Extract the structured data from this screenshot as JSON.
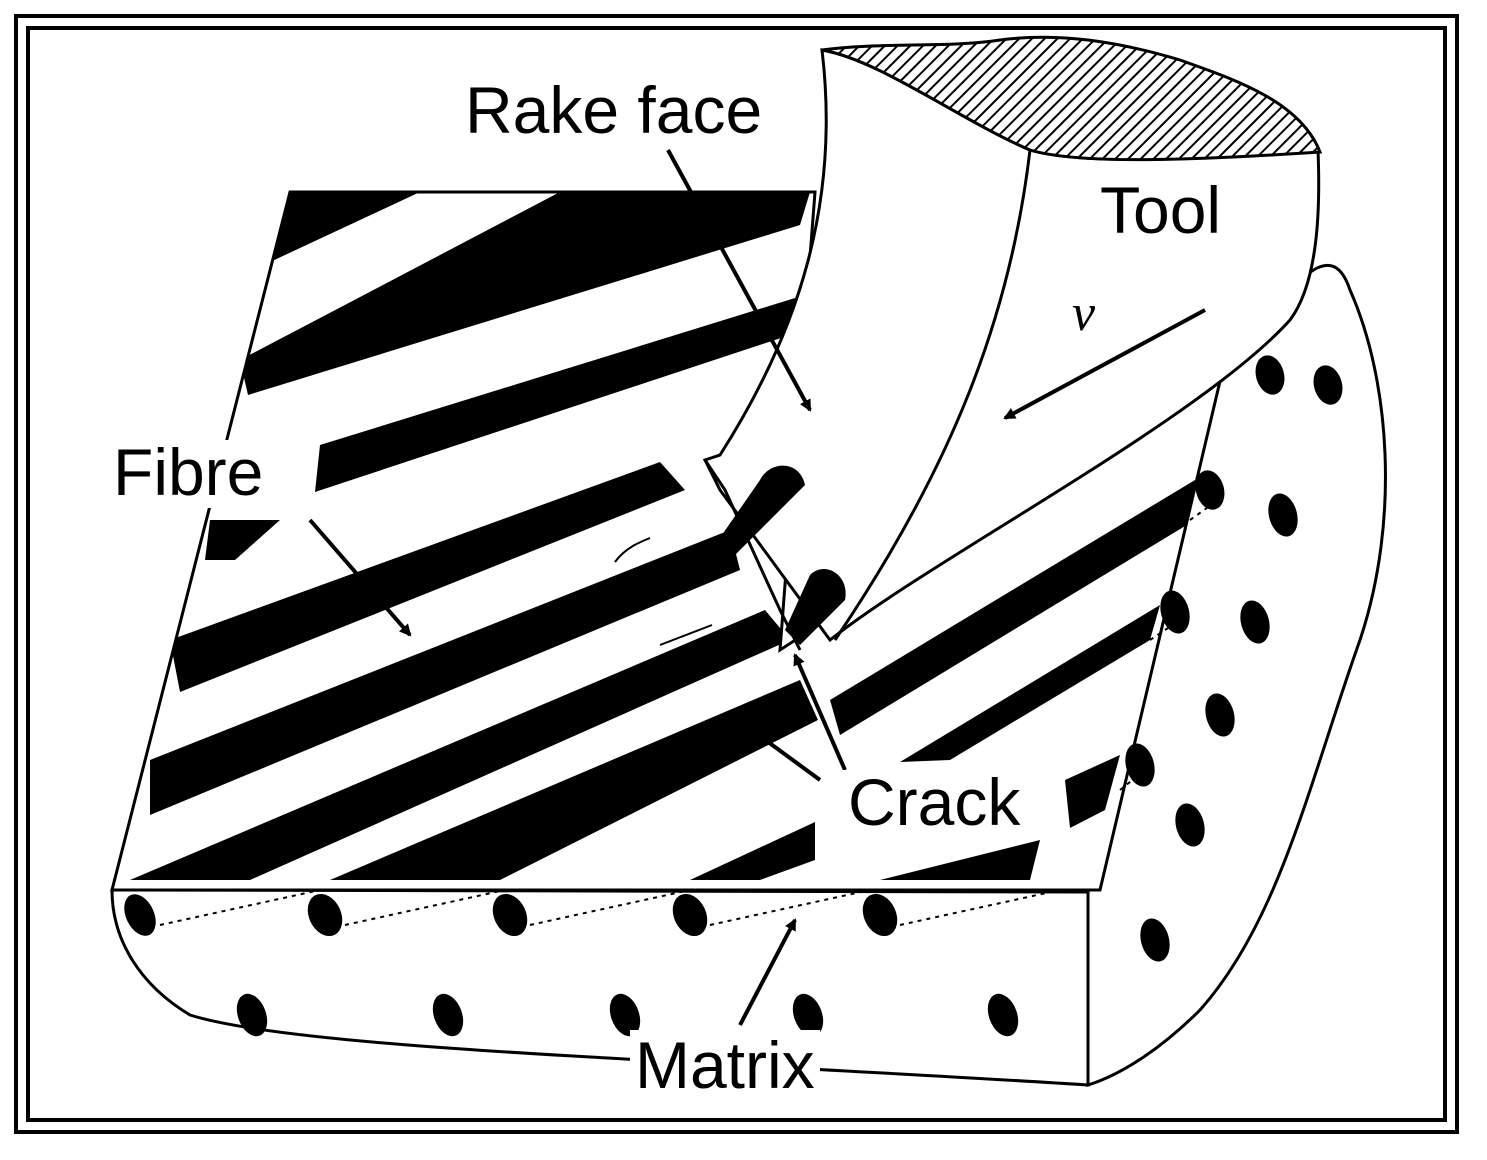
{
  "labels": {
    "rake_face": "Rake face",
    "tool": "Tool",
    "velocity": "v",
    "fibre": "Fibre",
    "crack": "Crack",
    "matrix": "Matrix"
  },
  "colors": {
    "ink": "#000000",
    "background": "#ffffff"
  }
}
